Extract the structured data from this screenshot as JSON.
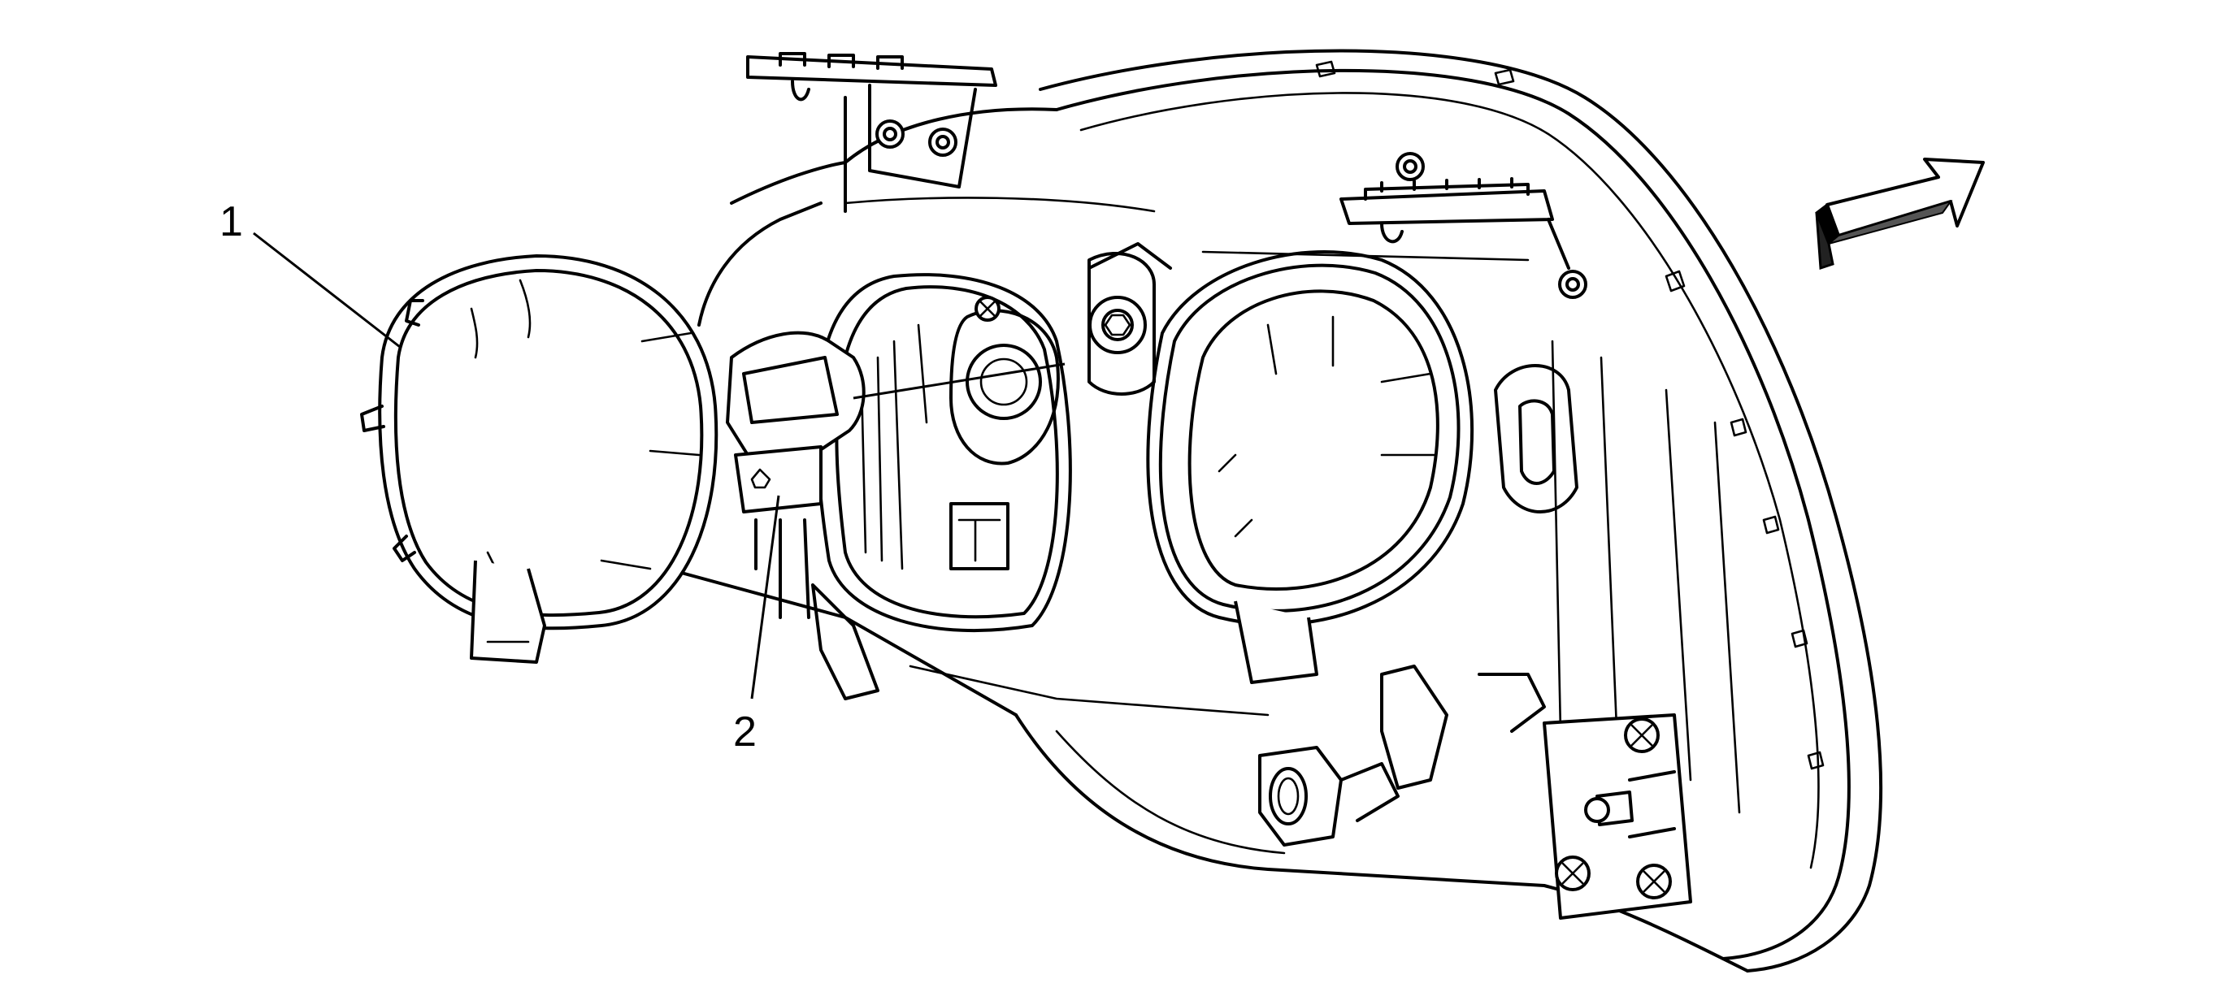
{
  "callouts": [
    {
      "id": "1",
      "label": "1"
    },
    {
      "id": "2",
      "label": "2"
    }
  ],
  "icons": {
    "direction_arrow": "front-direction-arrow-icon"
  }
}
